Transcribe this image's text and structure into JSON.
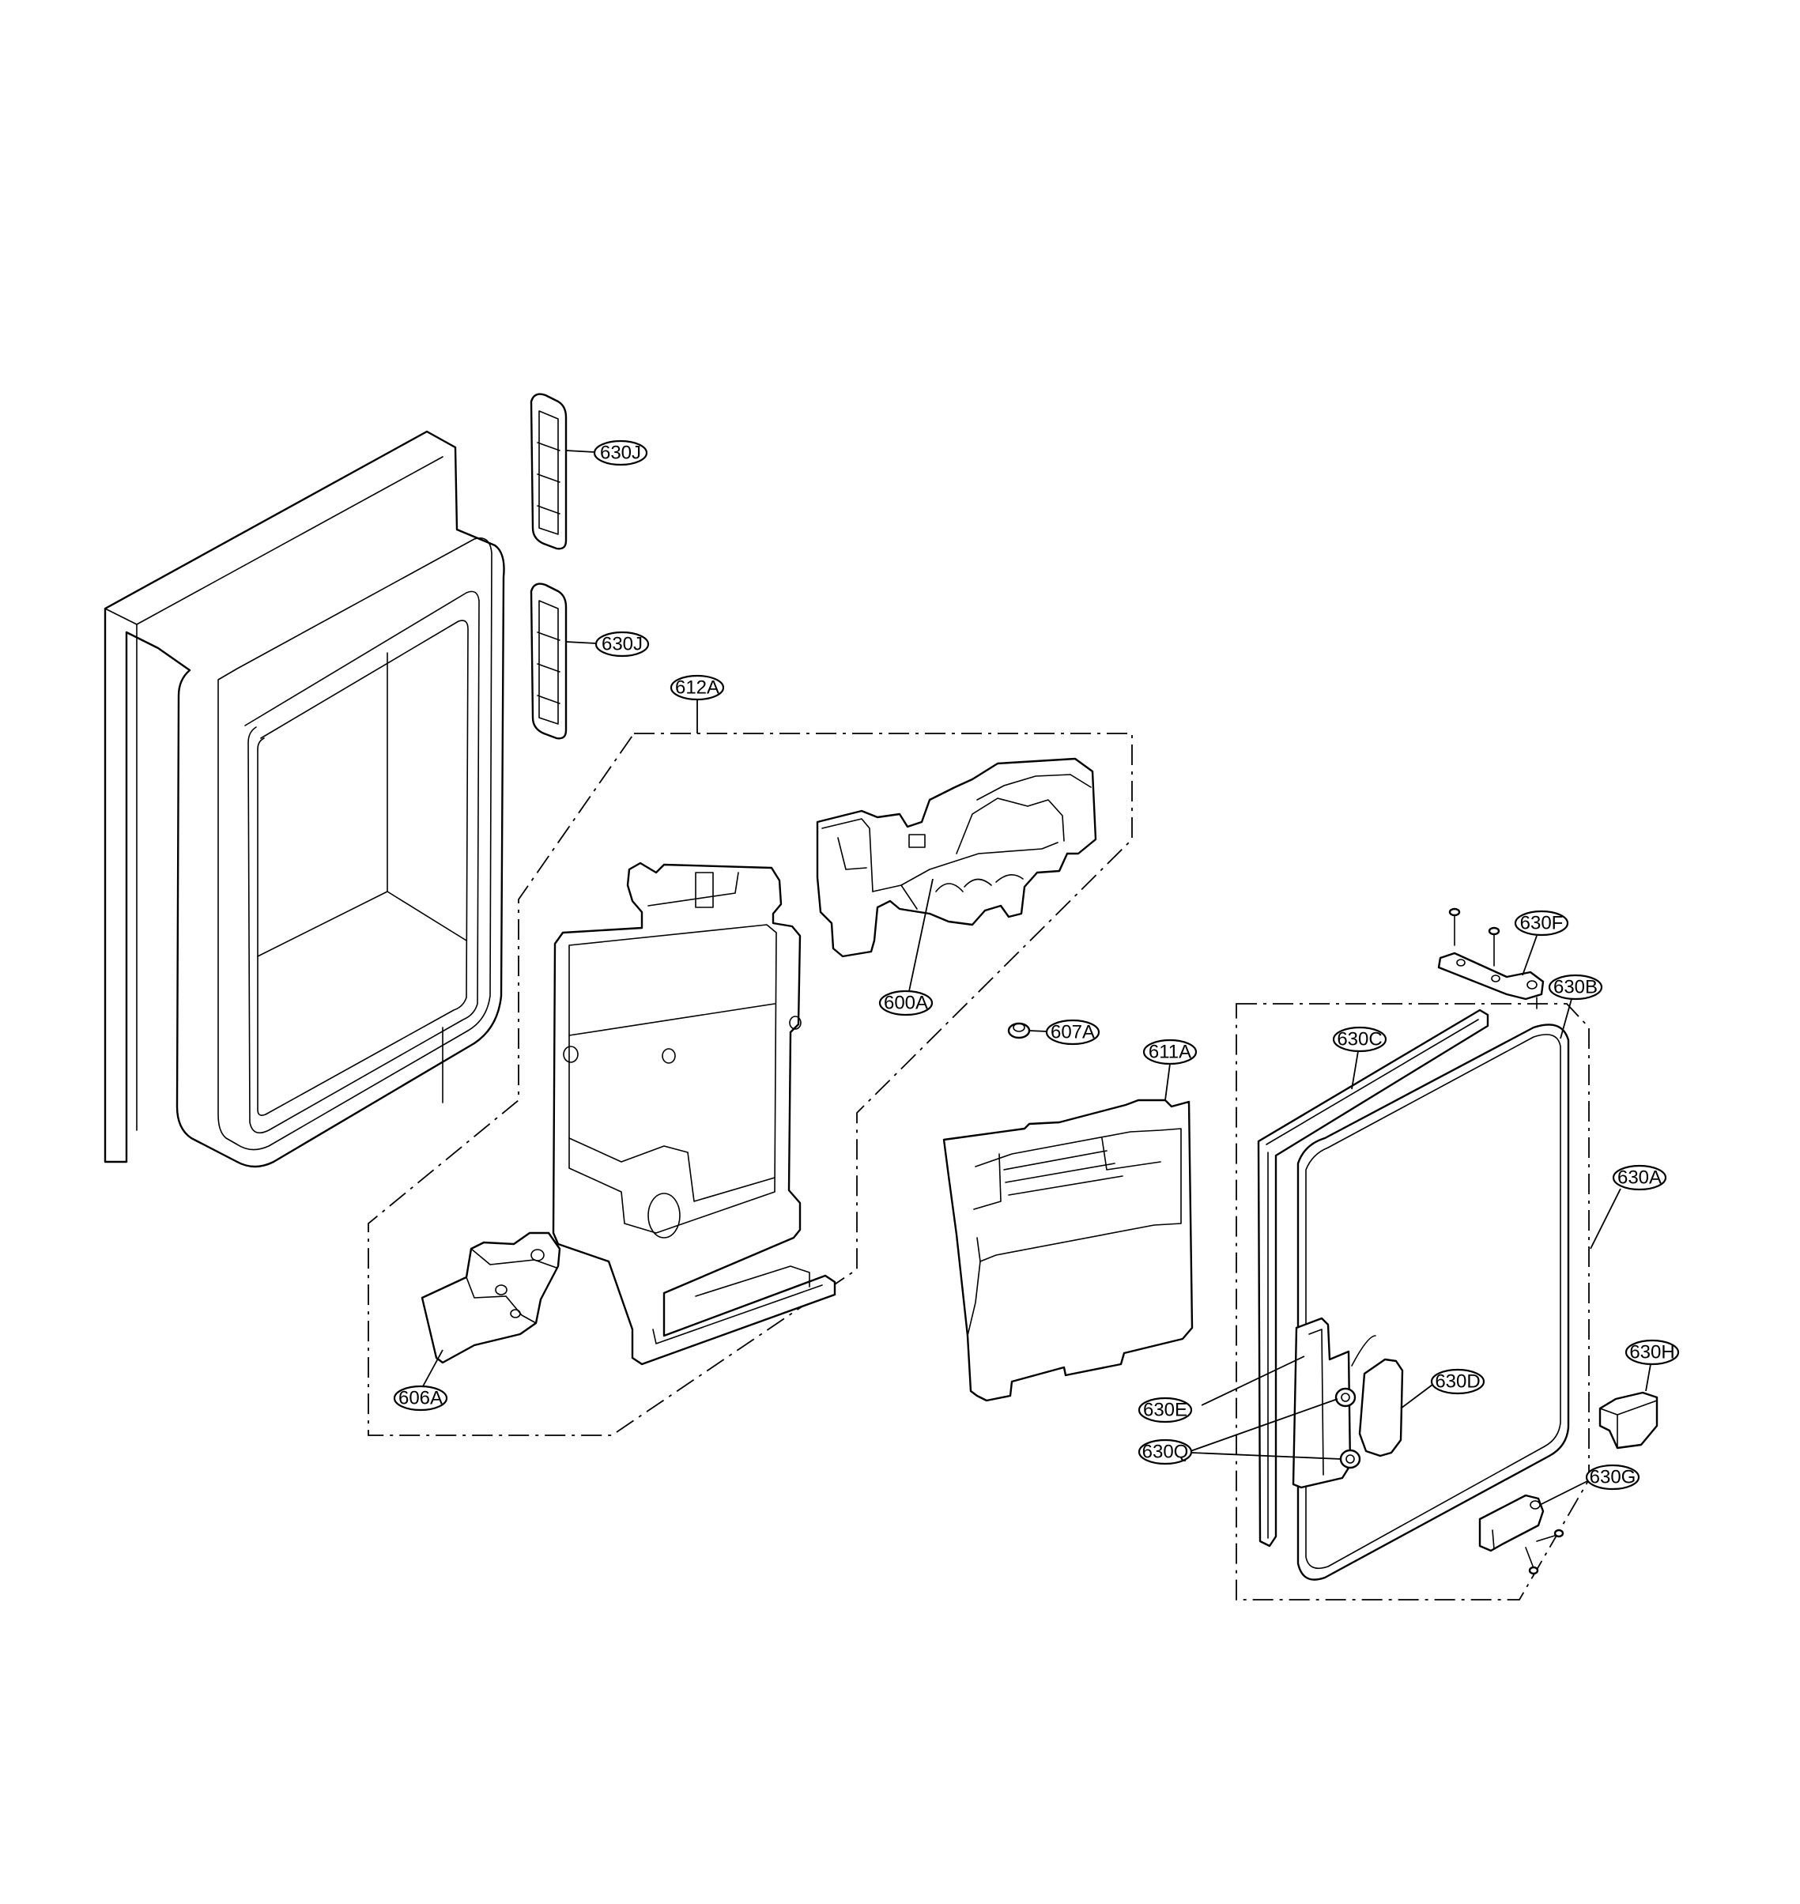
{
  "callouts": {
    "c630J_top": "630J",
    "c630J_bottom": "630J",
    "c612A": "612A",
    "c600A": "600A",
    "c607A": "607A",
    "c611A": "611A",
    "c606A": "606A",
    "c630F": "630F",
    "c630B": "630B",
    "c630C": "630C",
    "c630A": "630A",
    "c630H": "630H",
    "c630D": "630D",
    "c630E": "630E",
    "c630Q": "630Q",
    "c630G": "630G"
  },
  "colors": {
    "line": "#000000",
    "background": "#ffffff"
  }
}
